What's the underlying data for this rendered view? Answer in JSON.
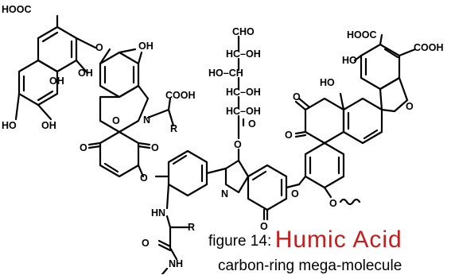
{
  "caption": {
    "prefix": "figure 14:",
    "title": "Humic Acid",
    "subtitle": "carbon-ring mega-molecule"
  },
  "atoms": {
    "hooc_top_left": "HOOC",
    "oh_top": "OH",
    "oh_a": "OH",
    "oh_b": "OH",
    "ho_left": "HO",
    "oh_left": "OH",
    "o_ring1": "O",
    "n_ring": "N",
    "cooh_mid": "COOH",
    "r_mid": "R",
    "o_keto_l": "O",
    "o_keto_r": "O",
    "o_ether_l": "O",
    "hn": "HN",
    "r_low": "R",
    "o_amide": "O",
    "nh_low": "NH",
    "cho": "CHO",
    "hc_oh_1": "HC–OH",
    "ho_ch": "HO–CH",
    "hc_oh_2": "HC–OH",
    "hc_oh_3": "HC–OH",
    "o_sugar_co": "O",
    "o_link": "O",
    "n_indole": "N",
    "o_indole_keto": "O",
    "o_ether_r": "O",
    "o_tail": "O",
    "hooc_top_right": "HOOC",
    "cooh_top_right": "COOH",
    "ho_right": "HO",
    "o_furan": "O",
    "ho_right2": "HO",
    "o_quin_top": "O",
    "o_quin_left": "O"
  },
  "colors": {
    "title_red": "#c41e1e",
    "ink": "#000000"
  }
}
